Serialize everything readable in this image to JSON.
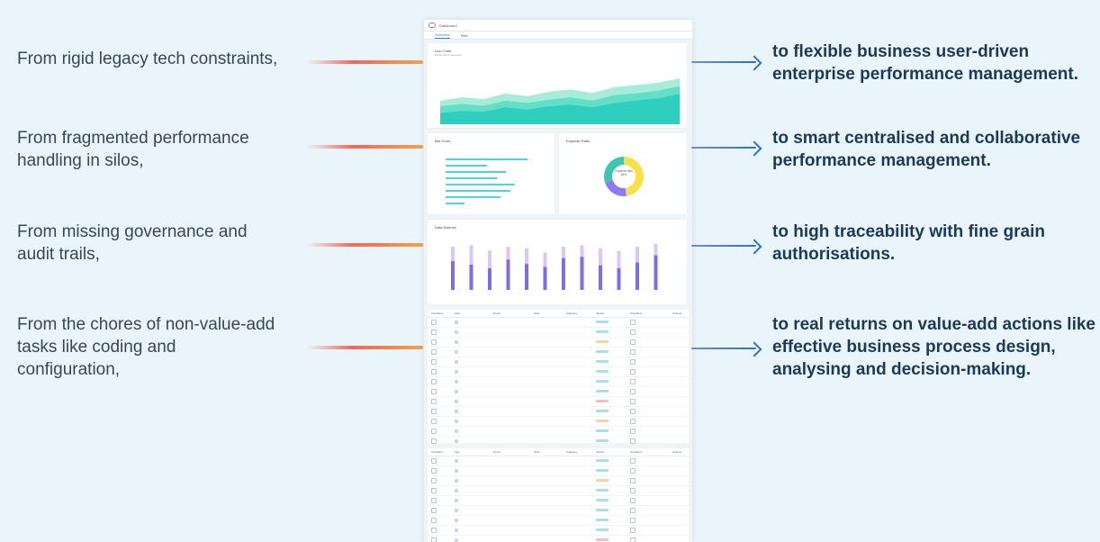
{
  "left_statements": [
    "From rigid legacy tech constraints,",
    "From fragmented performance\nhandling in silos,",
    "From missing governance and\naudit trails,",
    "From the chores of non-value-add\ntasks like coding and\nconfiguration,"
  ],
  "right_statements": [
    "to flexible business user-driven\nenterprise performance management.",
    "to smart centralised and collaborative\nperformance management.",
    "to high traceability with fine grain\nauthorisations.",
    "to real returns on value-add actions like\neffective business process design,\nanalysing and decision-making."
  ],
  "app": {
    "title": "Dashboard",
    "tabs": [
      "Overview",
      "Plan"
    ],
    "line_chart": {
      "title": "Line Chart",
      "subtitle": "Performance overview"
    },
    "bar_chart": {
      "title": "Bar Chart"
    },
    "donut": {
      "title": "Expense Ratio",
      "center": "Expense ratio\n64%"
    },
    "column_chart": {
      "title": "Data Science"
    },
    "table_headers": [
      "Checkbox",
      "User",
      "Email",
      "Role",
      "Category",
      "Status",
      "Checkbox",
      "Actions"
    ]
  },
  "colors": {
    "accent_teal": "#2ecfbf",
    "left_connector": "#ec6a5a",
    "right_connector": "#2f6fc4",
    "left_text": "#3a4650",
    "right_text": "#1b3a56"
  },
  "chart_data": [
    {
      "type": "area",
      "categories": [
        "",
        "",
        "",
        "",
        "",
        "",
        "",
        "",
        "",
        "",
        "",
        ""
      ],
      "series": [
        {
          "values": [
            42,
            48,
            45,
            55,
            50,
            58,
            62,
            56,
            66,
            70,
            74,
            82
          ]
        },
        {
          "values": [
            32,
            36,
            33,
            42,
            38,
            44,
            48,
            42,
            52,
            55,
            60,
            68
          ]
        },
        {
          "values": [
            20,
            24,
            22,
            30,
            26,
            32,
            35,
            30,
            38,
            42,
            46,
            54
          ]
        }
      ]
    },
    {
      "type": "bar",
      "values": [
        95,
        48,
        70,
        60,
        80,
        75,
        64,
        22
      ]
    },
    {
      "type": "pie",
      "values": [
        48,
        22,
        30
      ]
    },
    {
      "type": "bar",
      "values": [
        [
          40,
          60
        ],
        [
          35,
          62
        ],
        [
          30,
          55
        ],
        [
          42,
          60
        ],
        [
          36,
          58
        ],
        [
          32,
          52
        ],
        [
          44,
          60
        ],
        [
          46,
          62
        ],
        [
          34,
          58
        ],
        [
          30,
          54
        ],
        [
          38,
          60
        ],
        [
          48,
          64
        ]
      ]
    }
  ]
}
